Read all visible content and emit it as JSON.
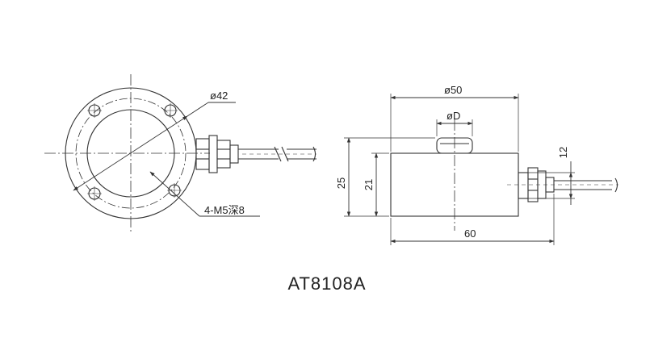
{
  "top_view": {
    "outer_diameter_label": "ø42",
    "hole_callout_label": "4-M5深8"
  },
  "side_view": {
    "diameter_label": "ø50",
    "button_diameter_label": "øD",
    "height_total_label": "25",
    "body_height_label": "21",
    "cable_height_label": "12",
    "length_label": "60"
  },
  "model_name": "AT8108A",
  "colors": {
    "line": "#333333",
    "text": "#222222",
    "background": "#ffffff"
  }
}
